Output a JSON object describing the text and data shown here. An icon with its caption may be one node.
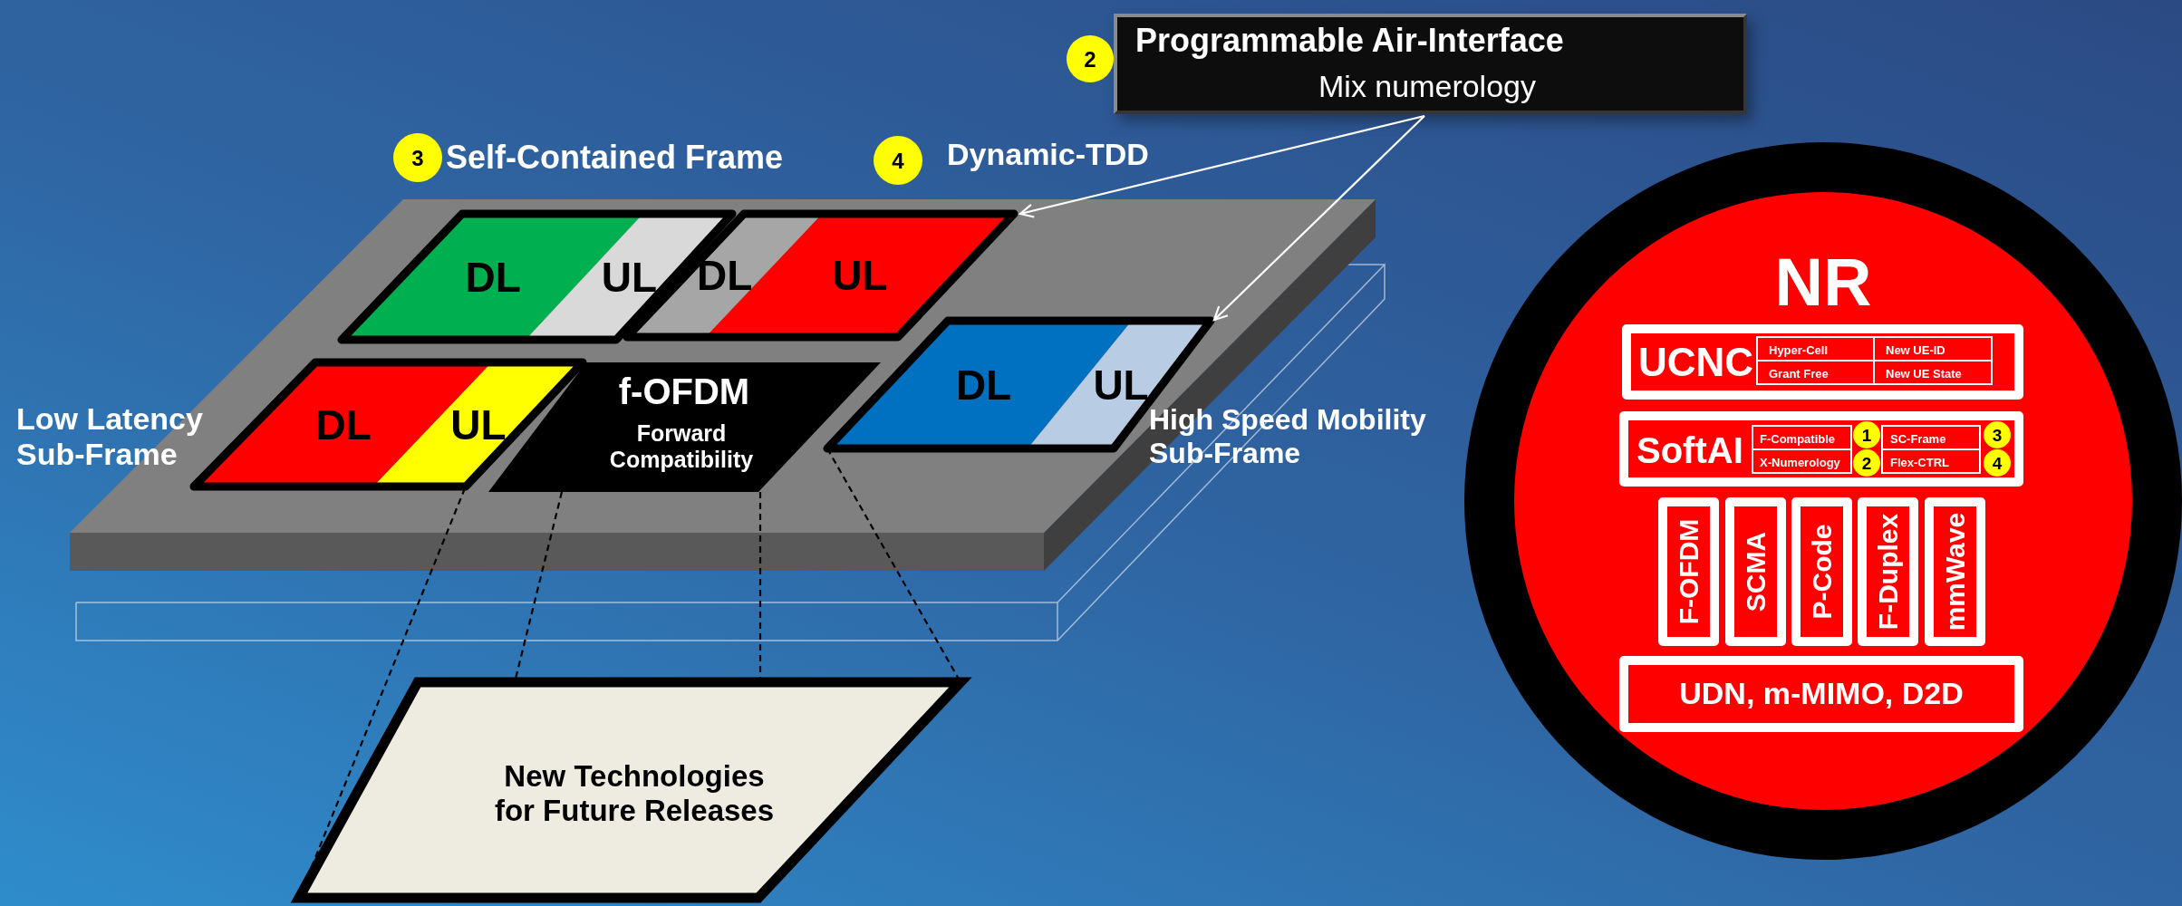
{
  "diagram": {
    "nodes": [
      {
        "text": [
          "Programmable Air-Interface",
          "Mix numerology"
        ]
      },
      {
        "text": [
          "2"
        ]
      },
      {
        "text": [
          "3"
        ],
        "beside": [
          "Self-Contained Frame"
        ]
      },
      {
        "text": [
          "4"
        ],
        "beside": [
          "Dynamic-TDD"
        ]
      },
      {
        "text": [],
        "shape": "box"
      },
      {
        "text": [
          "DL",
          "UL"
        ],
        "in": 4
      },
      {
        "text": [
          "DL",
          "UL"
        ],
        "in": 4
      },
      {
        "text": [
          "DL",
          "UL"
        ],
        "in": 4,
        "beside": [
          "Low Latency Sub-Frame"
        ]
      },
      {
        "text": [
          "f-OFDM",
          "Forward Compatibility"
        ],
        "in": 4
      },
      {
        "text": [
          "DL",
          "UL"
        ],
        "in": 4,
        "beside": [
          "High Speed Mobility Sub-Frame"
        ]
      },
      {
        "text": [
          "New Technologies for Future Releases"
        ]
      },
      {
        "text": [
          "NR"
        ]
      },
      {
        "text": [
          "UCNC"
        ],
        "in": 11
      },
      {
        "text": [
          "Hyper-Cell"
        ],
        "in": 12
      },
      {
        "text": [
          "New UE-ID"
        ],
        "in": 12
      },
      {
        "text": [
          "Grant Free"
        ],
        "in": 12
      },
      {
        "text": [
          "New UE State"
        ],
        "in": 12
      },
      {
        "text": [
          "SoftAI"
        ],
        "in": 11
      },
      {
        "text": [
          "F-Compatible"
        ],
        "in": 17
      },
      {
        "text": [
          "SC-Frame"
        ],
        "in": 17
      },
      {
        "text": [
          "X-Numerology"
        ],
        "in": 17
      },
      {
        "text": [
          "Flex-CTRL"
        ],
        "in": 17
      },
      {
        "text": [
          "1"
        ],
        "in": 17
      },
      {
        "text": [
          "3"
        ],
        "in": 17
      },
      {
        "text": [
          "2"
        ],
        "in": 17
      },
      {
        "text": [
          "4"
        ],
        "in": 17
      },
      {
        "text": [
          "F-OFDM"
        ],
        "in": 11
      },
      {
        "text": [
          "SCMA"
        ],
        "in": 11
      },
      {
        "text": [
          "P-Code"
        ],
        "in": 11
      },
      {
        "text": [
          "F-Duplex"
        ],
        "in": 11
      },
      {
        "text": [
          "mmWave"
        ],
        "in": 11
      },
      {
        "text": [
          "UDN, m-MIMO, D2D"
        ],
        "in": 11
      }
    ],
    "edges": [
      {
        "from": 0,
        "to": 6,
        "arrow": "to",
        "color": "#ffffff"
      },
      {
        "from": 0,
        "to": 9,
        "arrow": "to",
        "color": "#ffffff"
      },
      {
        "from": 7,
        "to": 10,
        "arrow": "none",
        "style": "dashed"
      },
      {
        "from": 8,
        "to": 10,
        "arrow": "none",
        "style": "dashed"
      },
      {
        "from": 8,
        "to": 10,
        "arrow": "none",
        "style": "dashed"
      },
      {
        "from": 9,
        "to": 10,
        "arrow": "none",
        "style": "dashed"
      }
    ]
  }
}
